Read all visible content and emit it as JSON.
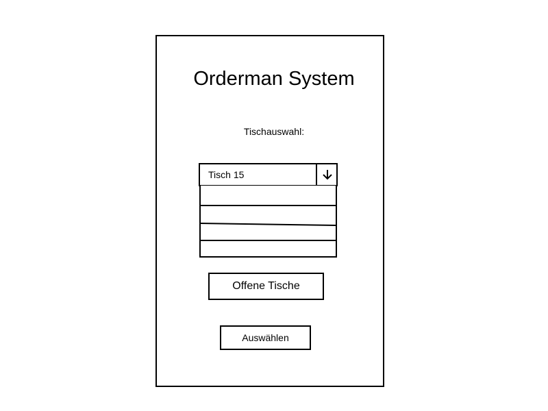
{
  "app": {
    "title": "Orderman System"
  },
  "table_selection": {
    "label": "Tischauswahl:",
    "selected_value": "Tisch 15",
    "dropdown_icon": "arrow-down-icon",
    "options": [
      "",
      "",
      "",
      ""
    ]
  },
  "buttons": {
    "open_tables_label": "Offene Tische",
    "select_label": "Auswählen"
  }
}
